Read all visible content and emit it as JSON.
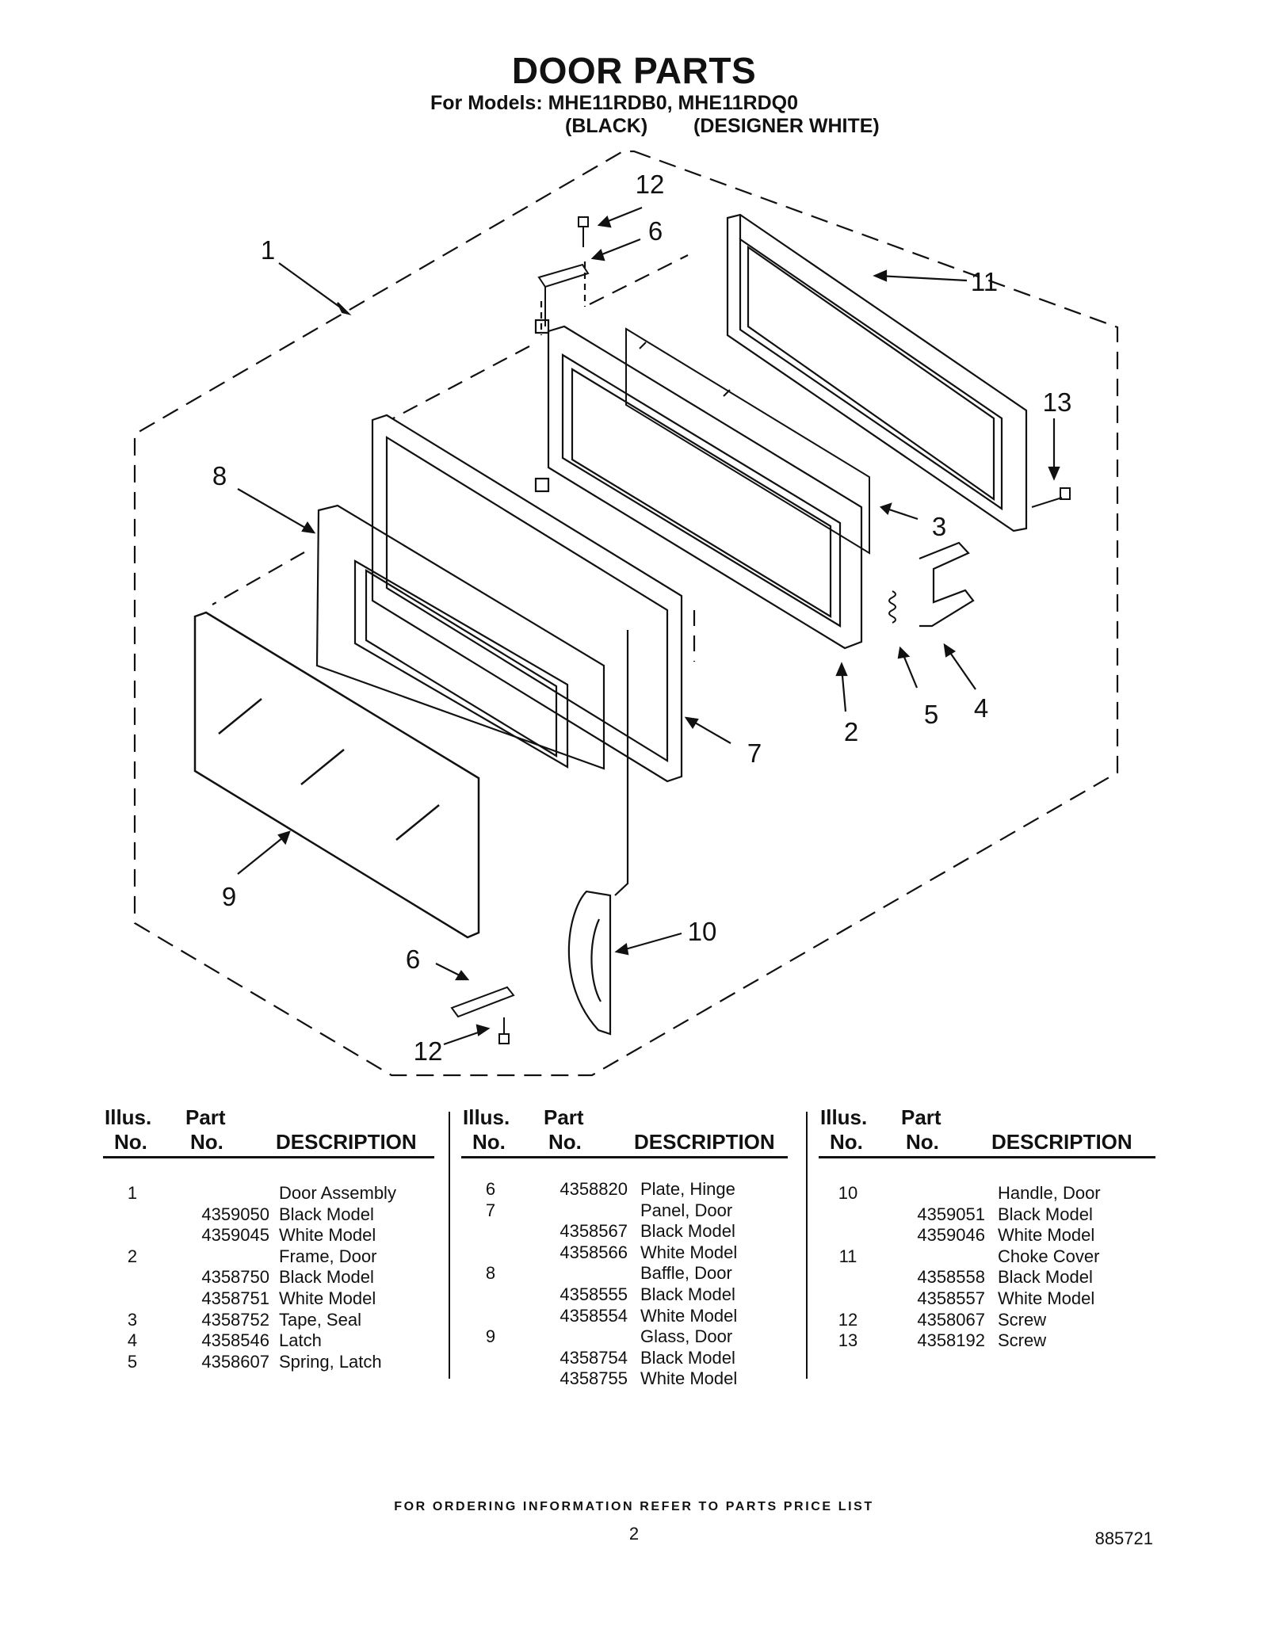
{
  "header": {
    "title": "DOOR PARTS",
    "models_line": "For Models: MHE11RDB0, MHE11RDQ0",
    "color_black": "(BLACK)",
    "color_white": "(DESIGNER WHITE)"
  },
  "diagram": {
    "callouts": [
      "1",
      "2",
      "3",
      "4",
      "5",
      "6",
      "6",
      "7",
      "8",
      "9",
      "10",
      "11",
      "12",
      "12",
      "13"
    ]
  },
  "parts_table": {
    "headers": {
      "illus": "Illus.",
      "no": "No.",
      "part": "Part",
      "description": "DESCRIPTION"
    },
    "columns": [
      {
        "rows": [
          {
            "illus": "1",
            "part": "",
            "desc": "Door Assembly"
          },
          {
            "illus": "",
            "part": "4359050",
            "desc": "Black Model"
          },
          {
            "illus": "",
            "part": "4359045",
            "desc": "White Model"
          },
          {
            "illus": "2",
            "part": "",
            "desc": "Frame, Door"
          },
          {
            "illus": "",
            "part": "4358750",
            "desc": "Black Model"
          },
          {
            "illus": "",
            "part": "4358751",
            "desc": "White Model"
          },
          {
            "illus": "3",
            "part": "4358752",
            "desc": "Tape, Seal"
          },
          {
            "illus": "4",
            "part": "4358546",
            "desc": "Latch"
          },
          {
            "illus": "5",
            "part": "4358607",
            "desc": "Spring, Latch"
          }
        ]
      },
      {
        "rows": [
          {
            "illus": "6",
            "part": "4358820",
            "desc": "Plate, Hinge"
          },
          {
            "illus": "7",
            "part": "",
            "desc": "Panel, Door"
          },
          {
            "illus": "",
            "part": "4358567",
            "desc": "Black Model"
          },
          {
            "illus": "",
            "part": "4358566",
            "desc": "White Model"
          },
          {
            "illus": "8",
            "part": "",
            "desc": "Baffle, Door"
          },
          {
            "illus": "",
            "part": "4358555",
            "desc": "Black Model"
          },
          {
            "illus": "",
            "part": "4358554",
            "desc": "White Model"
          },
          {
            "illus": "9",
            "part": "",
            "desc": "Glass, Door"
          },
          {
            "illus": "",
            "part": "4358754",
            "desc": "Black Model"
          },
          {
            "illus": "",
            "part": "4358755",
            "desc": "White Model"
          }
        ]
      },
      {
        "rows": [
          {
            "illus": "10",
            "part": "",
            "desc": "Handle, Door"
          },
          {
            "illus": "",
            "part": "4359051",
            "desc": "Black Model"
          },
          {
            "illus": "",
            "part": "4359046",
            "desc": "White Model"
          },
          {
            "illus": "11",
            "part": "",
            "desc": "Choke Cover"
          },
          {
            "illus": "",
            "part": "4358558",
            "desc": "Black Model"
          },
          {
            "illus": "",
            "part": "4358557",
            "desc": "White Model"
          },
          {
            "illus": "12",
            "part": "4358067",
            "desc": "Screw"
          },
          {
            "illus": "13",
            "part": "4358192",
            "desc": "Screw"
          }
        ]
      }
    ]
  },
  "footer": {
    "note": "FOR ORDERING INFORMATION REFER TO PARTS PRICE LIST",
    "page_number": "2",
    "doc_number": "885721"
  }
}
